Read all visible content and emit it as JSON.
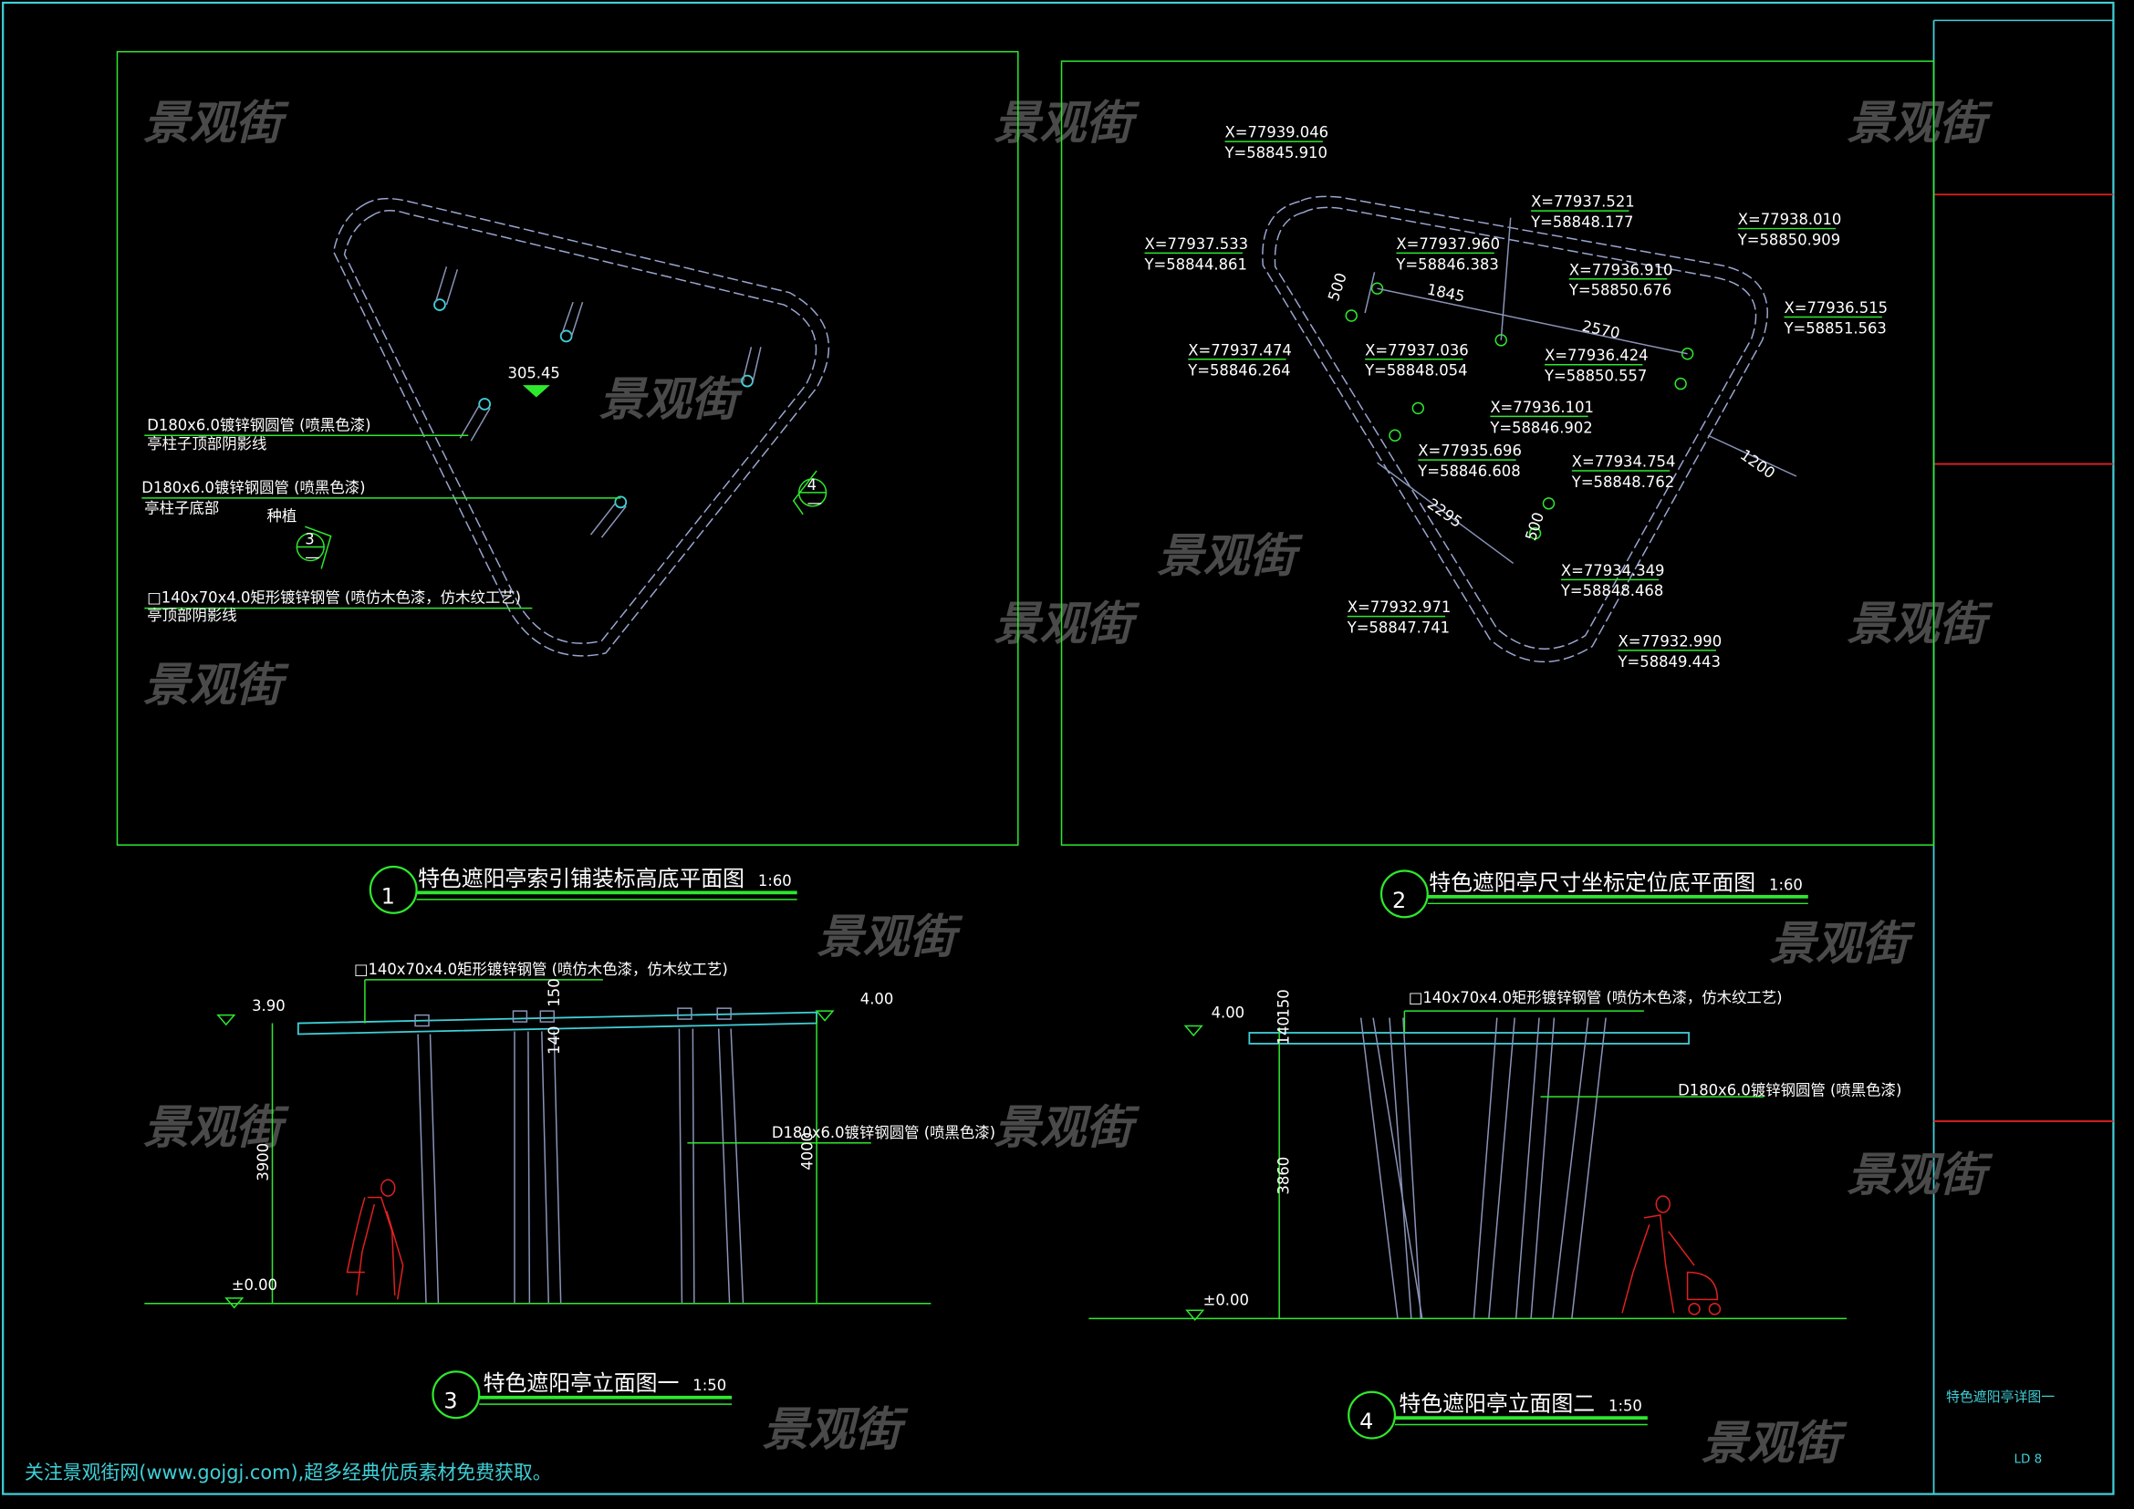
{
  "watermark": "景观街",
  "footer": "关注景观街网(www.gojgj.com),超多经典优质素材免费获取。",
  "title_block": {
    "sheet_title": "特色遮阳亭详图一",
    "sheet_number": "LD 8"
  },
  "drawings": [
    {
      "number": "1",
      "title": "特色遮阳亭索引铺装标高底平面图",
      "scale": "1:60"
    },
    {
      "number": "2",
      "title": "特色遮阳亭尺寸坐标定位底平面图",
      "scale": "1:60"
    },
    {
      "number": "3",
      "title": "特色遮阳亭立面图一",
      "scale": "1:50"
    },
    {
      "number": "4",
      "title": "特色遮阳亭立面图二",
      "scale": "1:50"
    }
  ],
  "plan1": {
    "elevation": "305.45",
    "notes": [
      {
        "spec": "D180x6.0镀锌钢圆管 (喷黑色漆)",
        "desc": "亭柱子顶部阴影线"
      },
      {
        "spec": "D180x6.0镀锌钢圆管 (喷黑色漆)",
        "desc": "亭柱子底部"
      },
      {
        "spec": "□140x70x4.0矩形镀锌钢管 (喷仿木色漆，仿木纹工艺)",
        "desc": "亭顶部阴影线"
      }
    ],
    "planting": "种植",
    "callout_3": {
      "num": "3",
      "sheet": "—"
    },
    "callout_4": {
      "num": "4",
      "sheet": "—"
    }
  },
  "plan2": {
    "coords": [
      {
        "x": "X=77939.046",
        "y": "Y=58845.910"
      },
      {
        "x": "X=77937.533",
        "y": "Y=58844.861"
      },
      {
        "x": "X=77937.960",
        "y": "Y=58846.383"
      },
      {
        "x": "X=77937.521",
        "y": "Y=58848.177"
      },
      {
        "x": "X=77938.010",
        "y": "Y=58850.909"
      },
      {
        "x": "X=77936.910",
        "y": "Y=58850.676"
      },
      {
        "x": "X=77936.515",
        "y": "Y=58851.563"
      },
      {
        "x": "X=77937.474",
        "y": "Y=58846.264"
      },
      {
        "x": "X=77937.036",
        "y": "Y=58848.054"
      },
      {
        "x": "X=77936.424",
        "y": "Y=58850.557"
      },
      {
        "x": "X=77936.101",
        "y": "Y=58846.902"
      },
      {
        "x": "X=77935.696",
        "y": "Y=58846.608"
      },
      {
        "x": "X=77934.754",
        "y": "Y=58848.762"
      },
      {
        "x": "X=77934.349",
        "y": "Y=58848.468"
      },
      {
        "x": "X=77932.971",
        "y": "Y=58847.741"
      },
      {
        "x": "X=77932.990",
        "y": "Y=58849.443"
      }
    ],
    "dims": [
      "500",
      "1845",
      "2570",
      "1200",
      "2295",
      "500"
    ]
  },
  "elev1": {
    "beam_note": "□140x70x4.0矩形镀锌钢管 (喷仿木色漆，仿木纹工艺)",
    "column_note": "D180x6.0镀锌钢圆管 (喷黑色漆)",
    "level_left": "3.90",
    "level_right": "4.00",
    "level_ground": "±0.00",
    "dim_150": "150",
    "dim_140": "140",
    "dim_height_left": "3900",
    "dim_height_right": "4000"
  },
  "elev2": {
    "beam_note": "□140x70x4.0矩形镀锌钢管 (喷仿木色漆，仿木纹工艺)",
    "column_note": "D180x6.0镀锌钢圆管 (喷黑色漆)",
    "level_top": "4.00",
    "level_ground": "±0.00",
    "dim_150": "150",
    "dim_140": "140",
    "dim_height": "3860"
  }
}
